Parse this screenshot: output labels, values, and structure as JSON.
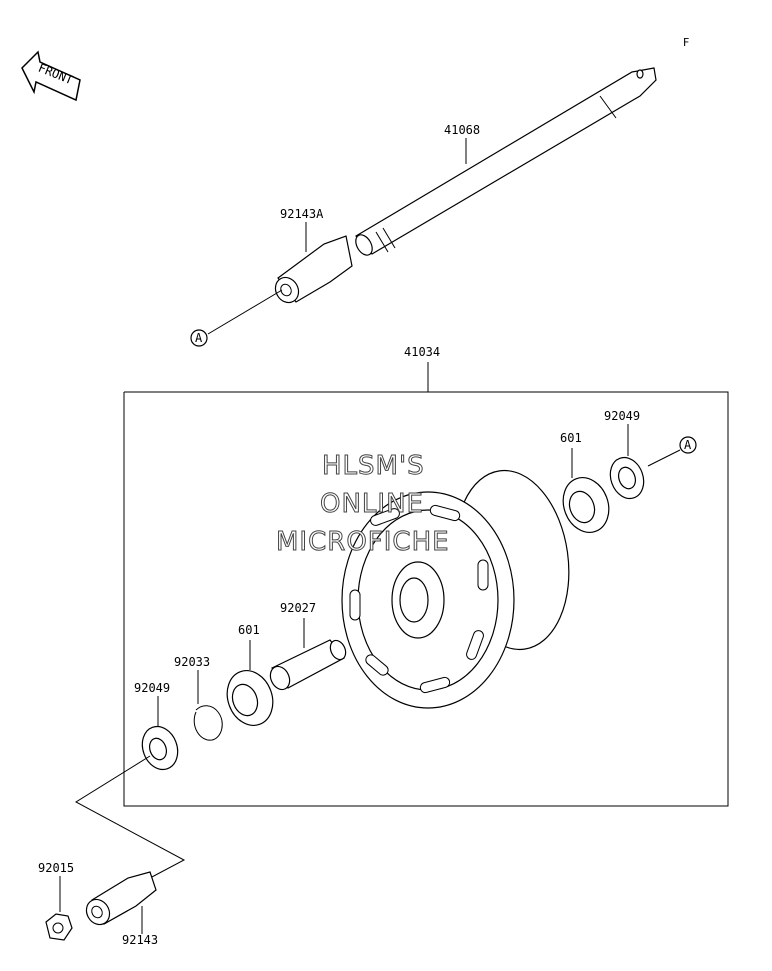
{
  "corner_code": "F",
  "front_arrow": {
    "label": "FRONT",
    "icon": "front-arrow-icon"
  },
  "watermark": [
    "HLSM'S",
    "ONLINE",
    "MICROFICHE"
  ],
  "callouts": {
    "axle": "41068",
    "axle_collar": "92143A",
    "hub_assembly": "41034",
    "bearing_right": "601",
    "seal_right": "92049",
    "ref_a_top": "A",
    "ref_a_right": "A",
    "spacer": "92027",
    "bearing_left": "601",
    "circlip": "92033",
    "seal_left": "92049",
    "nut": "92015",
    "collar": "92143"
  }
}
